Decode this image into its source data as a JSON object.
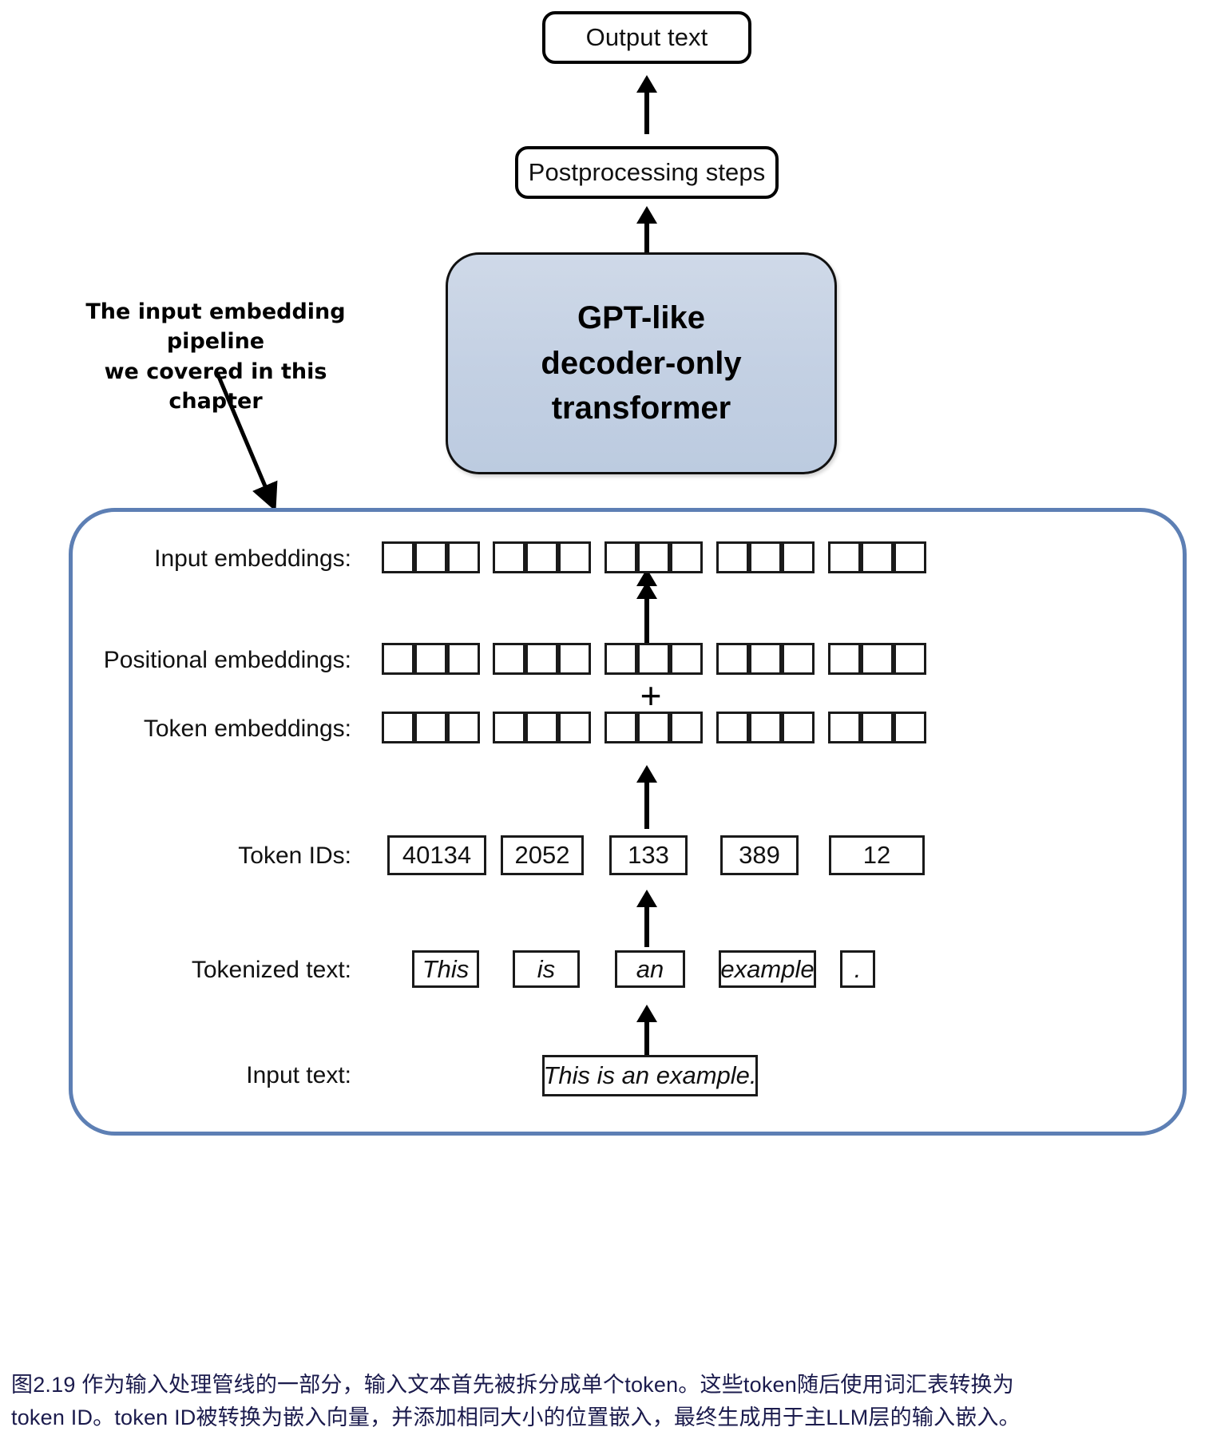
{
  "figure": {
    "top_flow": {
      "output_text_label": "Output text",
      "postprocessing_label": "Postprocessing steps",
      "model_line1": "GPT-like",
      "model_line2": "decoder-only",
      "model_line3": "transformer"
    },
    "annotation": {
      "line1": "The input embedding pipeline",
      "line2": "we covered in this chapter"
    },
    "plus_symbol": "+",
    "rows": [
      {
        "label": "Input embeddings:",
        "kind": "embedding-cells",
        "groups": 5,
        "cells_per_group": 3
      },
      {
        "label": "Positional embeddings:",
        "kind": "embedding-cells",
        "groups": 5,
        "cells_per_group": 3
      },
      {
        "label": "Token embeddings:",
        "kind": "embedding-cells",
        "groups": 5,
        "cells_per_group": 3
      },
      {
        "label": "Token IDs:",
        "kind": "values",
        "values": [
          "40134",
          "2052",
          "133",
          "389",
          "12"
        ]
      },
      {
        "label": "Tokenized text:",
        "kind": "values-italic",
        "values": [
          "This",
          "is",
          "an",
          "example",
          "."
        ]
      },
      {
        "label": "Input text:",
        "kind": "single-value",
        "values": [
          "This is an example."
        ]
      }
    ],
    "row_labels": {
      "input_embeddings": "Input embeddings:",
      "positional_embeddings": "Positional embeddings:",
      "token_embeddings": "Token embeddings:",
      "token_ids": "Token IDs:",
      "tokenized_text": "Tokenized text:",
      "input_text": "Input text:"
    },
    "token_ids": [
      "40134",
      "2052",
      "133",
      "389",
      "12"
    ],
    "tokens": [
      "This",
      "is",
      "an",
      "example",
      "."
    ],
    "input_text_value": "This is an example.",
    "caption": {
      "line1": "图2.19 作为输入处理管线的一部分，输入文本首先被拆分成单个token。这些token随后使用词汇表转换为",
      "line2": "token ID。token ID被转换为嵌入向量，并添加相同大小的位置嵌入，最终生成用于主LLM层的输入嵌入。"
    },
    "colors": {
      "model_box_fill": "#c6d2e4",
      "pipeline_frame_border": "#5d7fb4",
      "caption_text": "#1b1b4d",
      "outline": "#1a1a1a"
    }
  }
}
